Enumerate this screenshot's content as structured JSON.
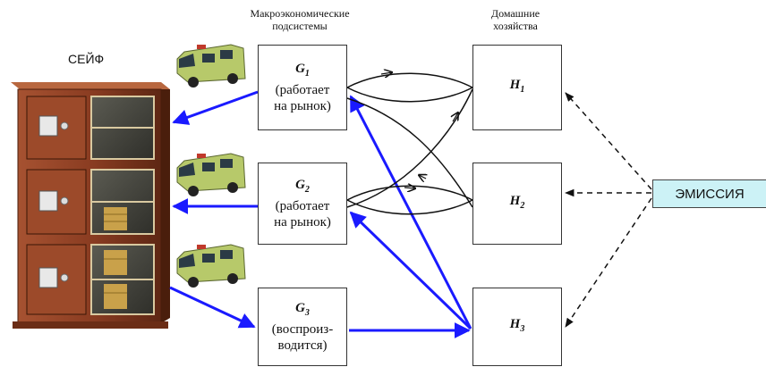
{
  "headers": {
    "safe": "СЕЙФ",
    "subsystems_line1": "Макроэкономические",
    "subsystems_line2": "подсистемы",
    "households_line1": "Домашние",
    "households_line2": "хозяйства"
  },
  "g_boxes": [
    {
      "name": "G",
      "index": "1",
      "line1": "(работает",
      "line2": "на рынок)"
    },
    {
      "name": "G",
      "index": "2",
      "line1": "(работает",
      "line2": "на рынок)"
    },
    {
      "name": "G",
      "index": "3",
      "line1": "(воспроиз-",
      "line2": "водится)"
    }
  ],
  "h_boxes": [
    {
      "name": "H",
      "index": "1"
    },
    {
      "name": "H",
      "index": "2"
    },
    {
      "name": "H",
      "index": "3"
    }
  ],
  "emission": {
    "label": "ЭМИССИЯ"
  },
  "colors": {
    "flow_blue": "#1a1aff",
    "emission_fill": "#ccf2f6",
    "cabinet_wood": "#8b3d22",
    "van": "#b7c96a"
  },
  "icons": [
    "safe-cabinet-icon",
    "collector-van-icon"
  ]
}
